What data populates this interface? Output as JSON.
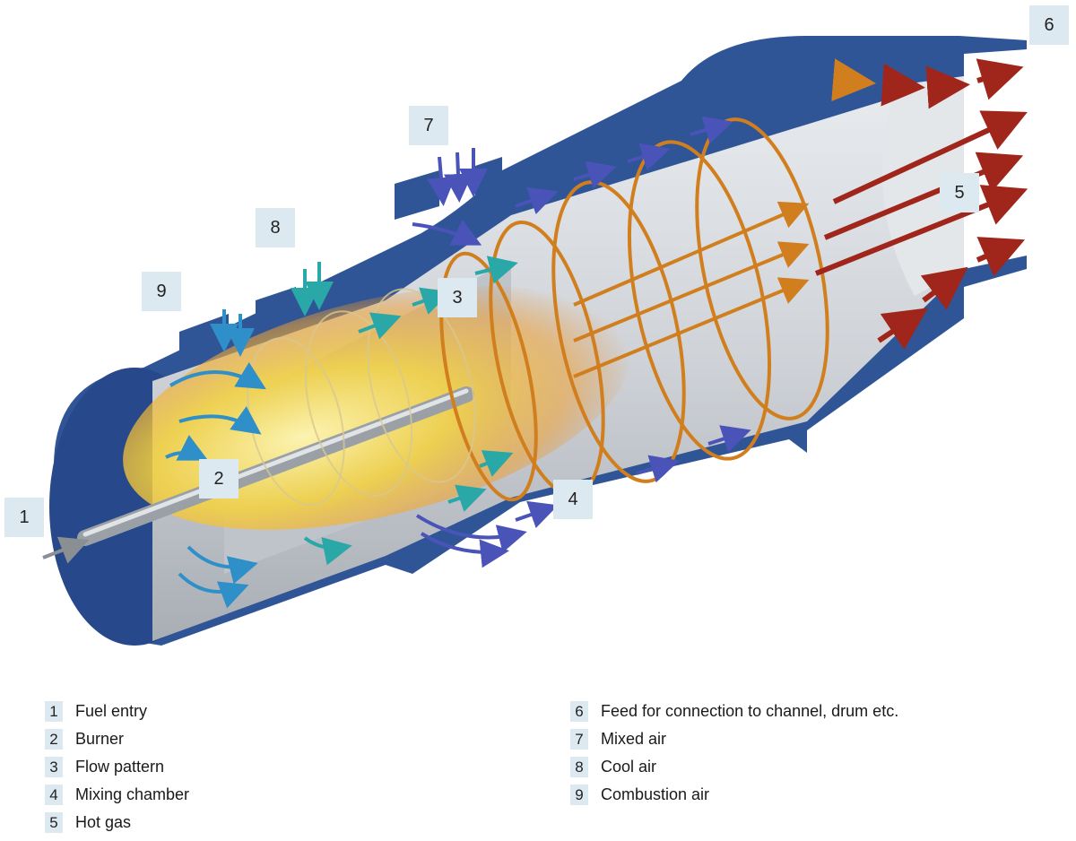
{
  "callouts": [
    {
      "id": "1",
      "label": "Fuel entry"
    },
    {
      "id": "2",
      "label": "Burner"
    },
    {
      "id": "3",
      "label": "Flow pattern"
    },
    {
      "id": "4",
      "label": "Mixing chamber"
    },
    {
      "id": "5",
      "label": "Hot gas"
    },
    {
      "id": "6",
      "label": "Feed for connection to channel, drum etc."
    },
    {
      "id": "7",
      "label": "Mixed air"
    },
    {
      "id": "8",
      "label": "Cool air"
    },
    {
      "id": "9",
      "label": "Combustion air"
    }
  ],
  "colors": {
    "shell": "#2f5597",
    "interior": "#c9cdd2",
    "flame": "#f5d23c",
    "swirl": "#d17f1e",
    "cool_air": "#4a53b8",
    "combustion_air": "#2f8fc8",
    "hot_gas": "#a0261c",
    "callout_bg": "#dde9f0"
  }
}
